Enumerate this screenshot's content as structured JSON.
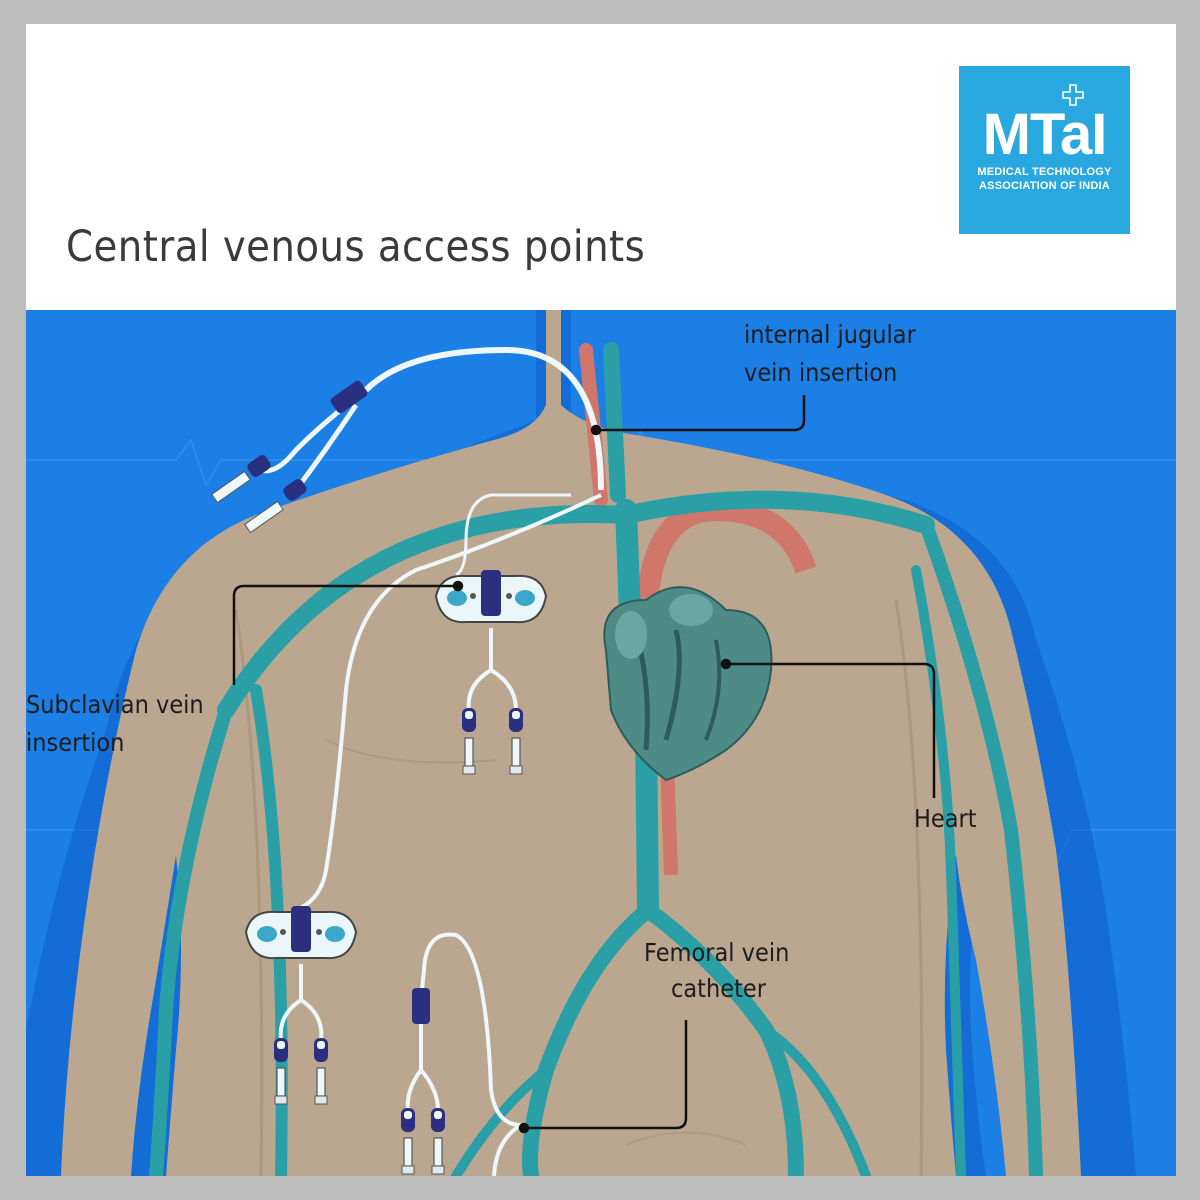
{
  "title": "Central venous access points",
  "logo": {
    "main": "MTaI",
    "sub_line1": "MEDICAL TECHNOLOGY",
    "sub_line2": "ASSOCIATION OF INDIA",
    "color": "#29a8e0"
  },
  "labels": {
    "internal_jugular_line1": "internal jugular",
    "internal_jugular_line2": "vein insertion",
    "subclavian_line1": "Subclavian vein",
    "subclavian_line2": "insertion",
    "heart": "Heart",
    "femoral_line1": "Femoral vein",
    "femoral_line2": "catheter"
  },
  "colors": {
    "background": "#1b7fe6",
    "skin": "#bba78f",
    "vein": "#2aa0a6",
    "artery": "#d0766b",
    "catheter": "#eef7fa",
    "clamp": "#2b2f80"
  }
}
